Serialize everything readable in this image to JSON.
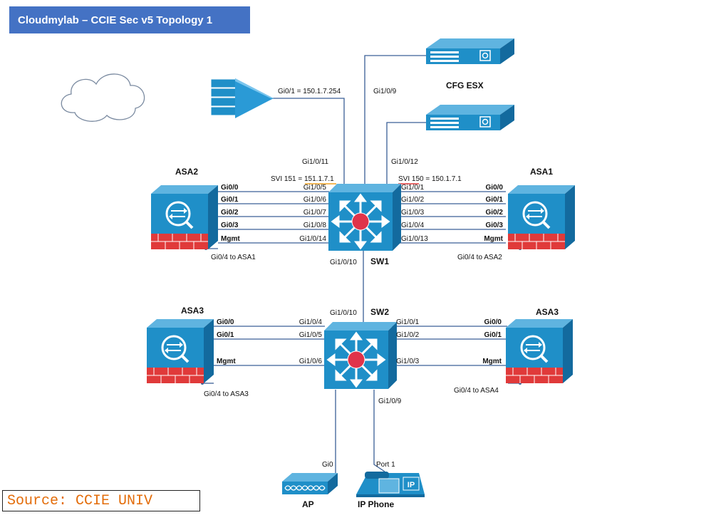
{
  "title": "Cloudmylab – CCIE Sec v5 Topology 1",
  "source": "Source: CCIE UNIV",
  "colors": {
    "banner": "#4472c4",
    "source_text": "#e36c09",
    "link": "#3a5f96",
    "device_blue": "#1f8fc8",
    "firewall_red": "#e03a3a",
    "switch_core": "#e0334a"
  },
  "devices": {
    "asa2": "ASA2",
    "asa1": "ASA1",
    "asa3_left": "ASA3",
    "asa3_right": "ASA3",
    "sw1": "SW1",
    "sw2": "SW2",
    "cfg_esx": "CFG ESX",
    "ap": "AP",
    "ip_phone": "IP Phone"
  },
  "labels": {
    "router_gi01": "Gi0/1 = 150.1.7.254",
    "sw1_gi1011": "Gi1/0/11",
    "svi151": "SVI 151 = 151.1.7.1",
    "svi150": "SVI 150 = 150.1.7.1",
    "sw1_gi109": "Gi1/0/9",
    "sw1_gi1012": "Gi1/0/12",
    "sw1_gi1010": "Gi1/0/10",
    "sw2_gi1010": "Gi1/0/10",
    "sw2_gi109": "Gi1/0/9",
    "ap_gi0": "Gi0",
    "phone_port1": "Port 1",
    "ip_badge": "IP"
  },
  "asa2_ports": {
    "left": [
      "Gi0/0",
      "Gi0/1",
      "Gi0/2",
      "Gi0/3",
      "Mgmt"
    ],
    "right": [
      "Gi1/0/5",
      "Gi1/0/6",
      "Gi1/0/7",
      "Gi1/0/8",
      "Gi1/0/14"
    ],
    "note": "Gi0/4 to ASA1"
  },
  "asa1_ports": {
    "left": [
      "Gi1/0/1",
      "Gi1/0/2",
      "Gi1/0/3",
      "Gi1/0/4",
      "Gi1/0/13"
    ],
    "right": [
      "Gi0/0",
      "Gi0/1",
      "Gi0/2",
      "Gi0/3",
      "Mgmt"
    ],
    "note": "Gi0/4 to ASA2"
  },
  "asa3l_ports": {
    "left": [
      "Gi0/0",
      "Gi0/1",
      "Mgmt"
    ],
    "right": [
      "Gi1/0/4",
      "Gi1/0/5",
      "Gi1/0/6"
    ],
    "note": "Gi0/4 to ASA3"
  },
  "asa3r_ports": {
    "left": [
      "Gi1/0/1",
      "Gi1/0/2",
      "Gi1/0/3"
    ],
    "right": [
      "Gi0/0",
      "Gi0/1",
      "Mgmt"
    ],
    "note": "Gi0/4 to ASA4"
  }
}
